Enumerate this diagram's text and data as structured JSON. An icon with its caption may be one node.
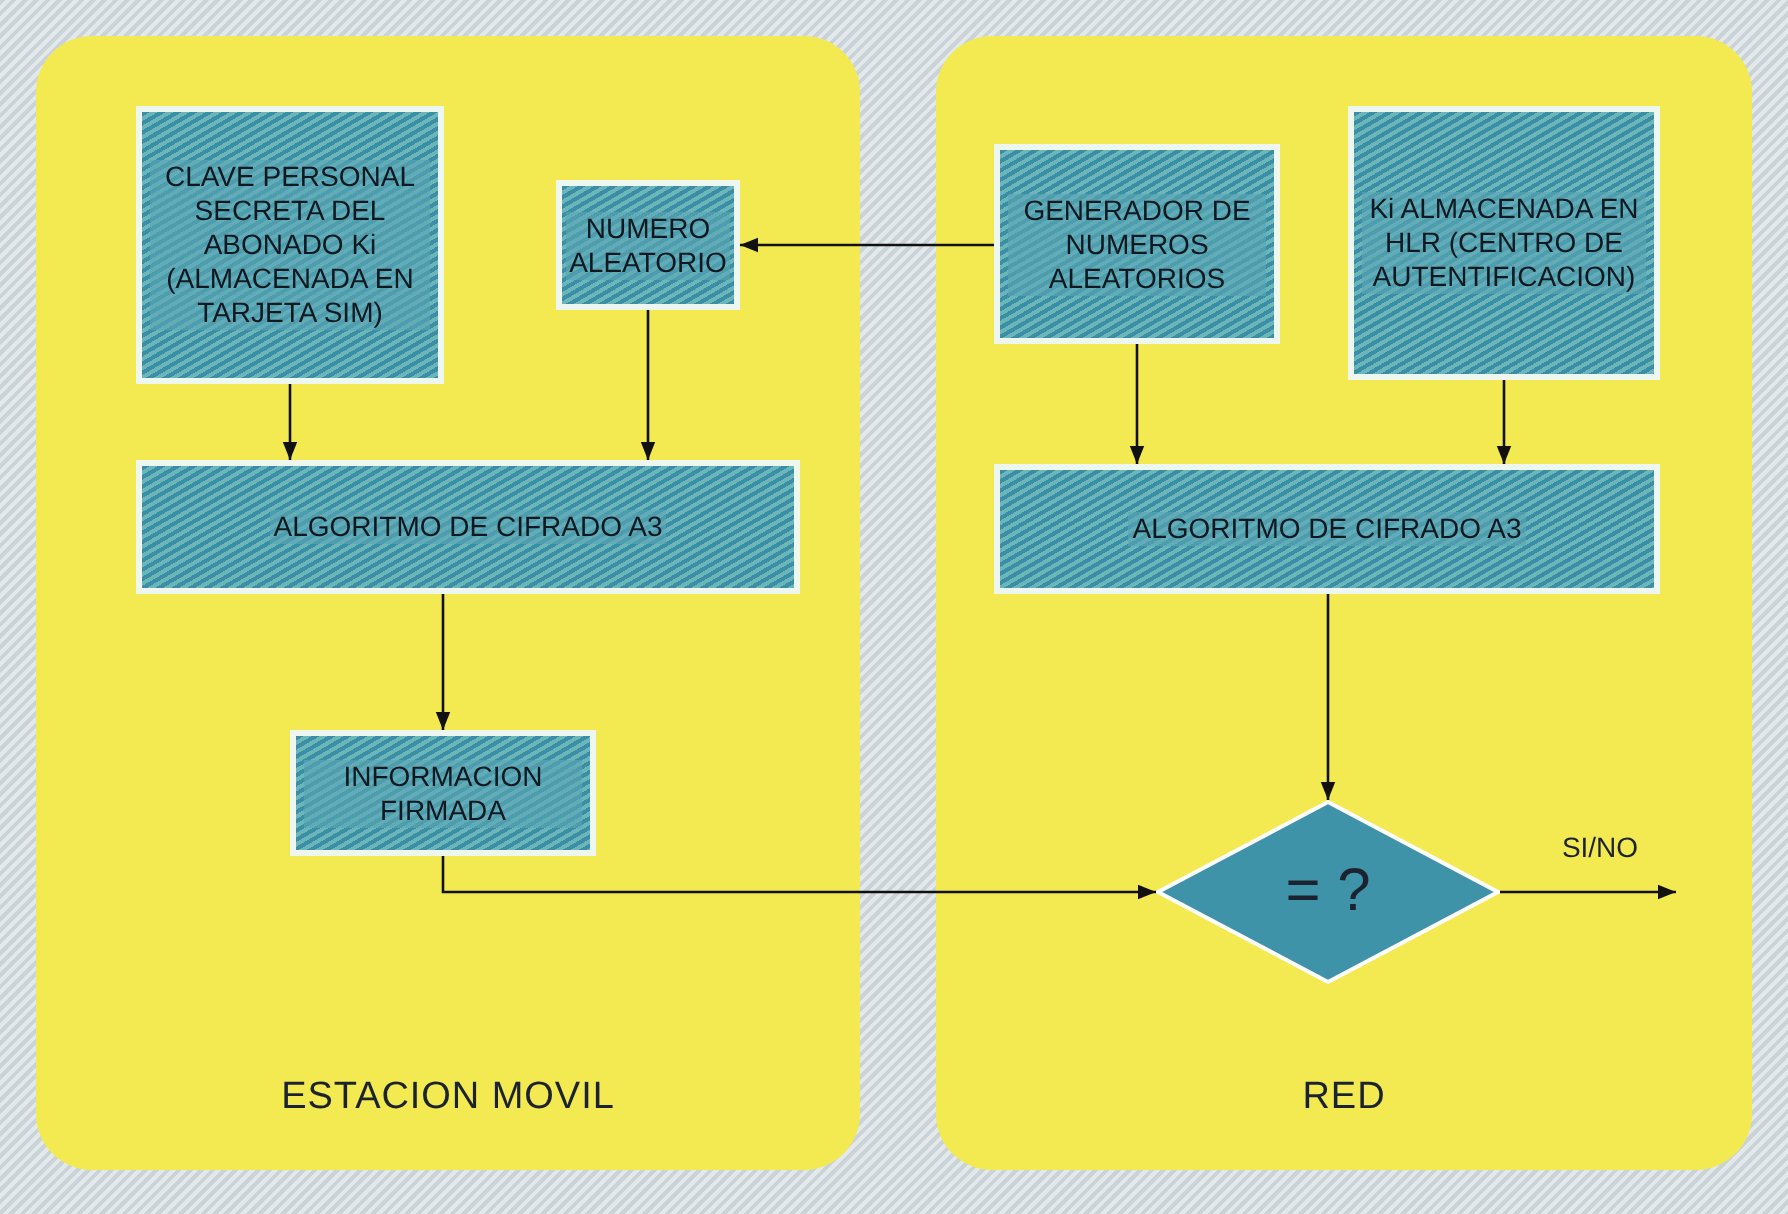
{
  "diagram": {
    "nodes": [
      {
        "text": [
          "ESTACION MOVIL"
        ]
      },
      {
        "text": [
          "RED"
        ]
      },
      {
        "text": [
          "CLAVE PERSONAL SECRETA DEL ABONADO Ki (ALMACENADA EN TARJETA SIM)"
        ],
        "in": 0
      },
      {
        "text": [
          "NUMERO ALEATORIO"
        ],
        "in": 0
      },
      {
        "text": [
          "GENERADOR DE NUMEROS ALEATORIOS"
        ],
        "in": 1
      },
      {
        "text": [
          "Ki ALMACENADA EN HLR (CENTRO DE AUTENTIFICACION)"
        ],
        "in": 1
      },
      {
        "text": [
          "ALGORITMO DE CIFRADO A3"
        ],
        "in": 0
      },
      {
        "text": [
          "INFORMACION FIRMADA"
        ],
        "in": 0
      },
      {
        "text": [
          "ALGORITMO DE CIFRADO A3"
        ],
        "in": 1
      },
      {
        "text": [
          "= ?"
        ],
        "in": 1
      }
    ],
    "edges": [
      {
        "from": 4,
        "to": 3,
        "arrow": "to"
      },
      {
        "from": 2,
        "to": 6,
        "arrow": "to"
      },
      {
        "from": 3,
        "to": 6,
        "arrow": "to"
      },
      {
        "from": 4,
        "to": 8,
        "arrow": "to"
      },
      {
        "from": 5,
        "to": 8,
        "arrow": "to"
      },
      {
        "from": 6,
        "to": 7,
        "arrow": "to"
      },
      {
        "from": 7,
        "to": 9,
        "arrow": "to"
      },
      {
        "from": 8,
        "to": 9,
        "arrow": "to"
      },
      {
        "from": 9,
        "to": null,
        "arrow": "to",
        "label": "SI/NO"
      }
    ]
  }
}
